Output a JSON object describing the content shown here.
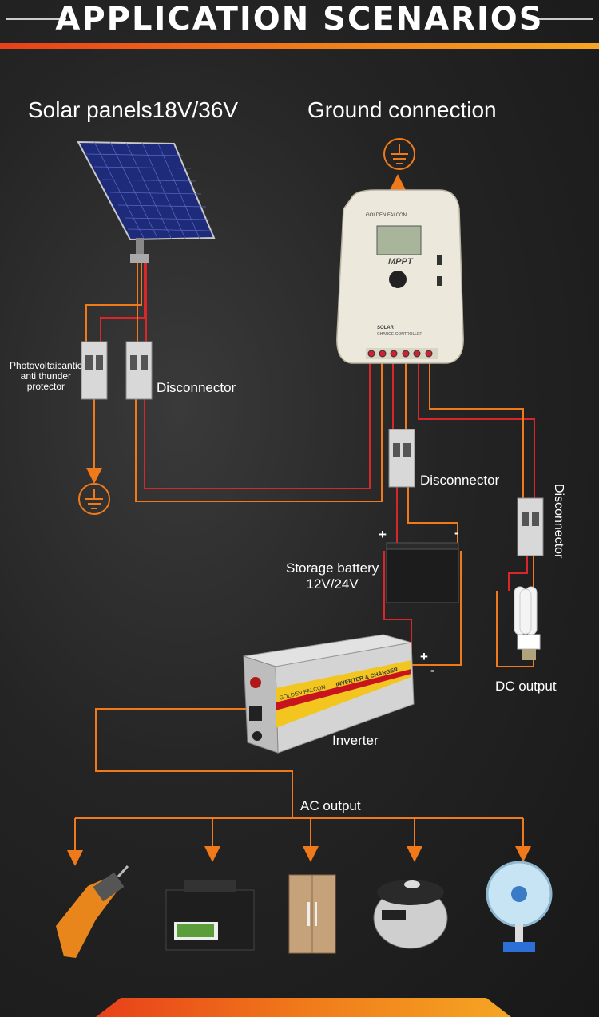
{
  "header": {
    "title": "APPLICATION SCENARIOS"
  },
  "labels": {
    "solar_panels": "Solar panels18V/36V",
    "ground_connection": "Ground connection",
    "lightning_protector": "Photovoltaicantic\nanti thunder\nprotector",
    "disconnector_1": "Disconnector",
    "disconnector_2": "Disconnector",
    "disconnector_3": "Disconnector",
    "storage_battery": "Storage battery\n12V/24V",
    "dc_output": "DC output",
    "inverter": "Inverter",
    "ac_output": "AC output",
    "plus": "+",
    "minus": "-"
  },
  "controller": {
    "brand": "GOLDEN FALCON",
    "model": "MPPT",
    "caption_line1": "SOLAR",
    "caption_line2": "CHARGE CONTROLLER"
  },
  "inverter_text": {
    "brand": "GOLDEN FALCON",
    "model": "INVERTER & CHARGER"
  },
  "appliances": [
    "drill-icon",
    "printer-icon",
    "refrigerator-icon",
    "rice-cooker-icon",
    "fan-icon"
  ],
  "colors": {
    "accent": "#f07a1a",
    "red_wire": "#d8262a",
    "orange_wire": "#f07a1a"
  }
}
